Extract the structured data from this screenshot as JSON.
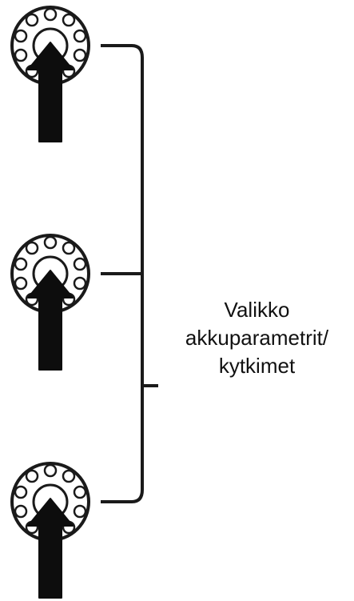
{
  "diagram": {
    "steps": [
      {
        "icon": "rotary-dial-press-icon"
      },
      {
        "icon": "rotary-dial-press-icon"
      },
      {
        "icon": "rotary-dial-press-icon"
      }
    ],
    "label": {
      "line1": "Valikko",
      "line2": "akkuparametrit/",
      "line3": "kytkimet"
    },
    "colors": {
      "stroke": "#1a1a1a",
      "background": "#ffffff"
    }
  }
}
